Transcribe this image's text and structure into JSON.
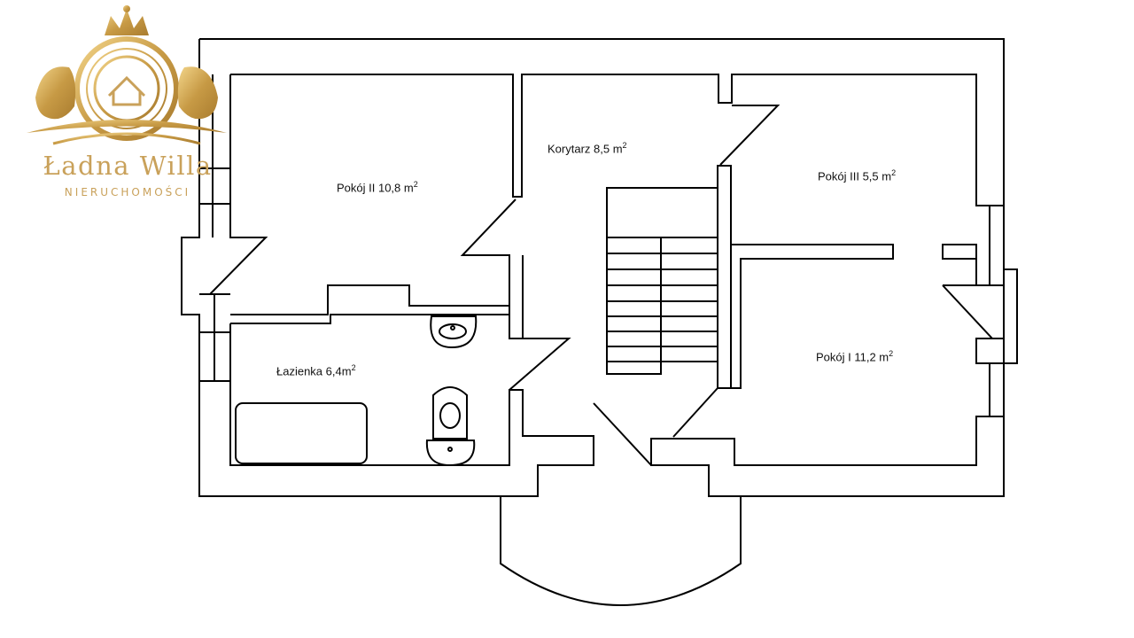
{
  "logo": {
    "name": "Ładna Willa",
    "subtitle": "NIERUCHOMOŚCI"
  },
  "rooms": {
    "pokoj2": {
      "name": "Pokój II 10,8 m",
      "sup": "2"
    },
    "korytarz": {
      "name": "Korytarz 8,5 m",
      "sup": "2"
    },
    "pokoj3": {
      "name": "Pokój III 5,5 m",
      "sup": "2"
    },
    "lazienka": {
      "name": "Łazienka 6,4m",
      "sup": "2"
    },
    "pokoj1": {
      "name": "Pokój I 11,2 m",
      "sup": "2"
    }
  },
  "colors": {
    "wall": "#000000",
    "background": "#ffffff",
    "logo_gold": "#c9a15a"
  }
}
